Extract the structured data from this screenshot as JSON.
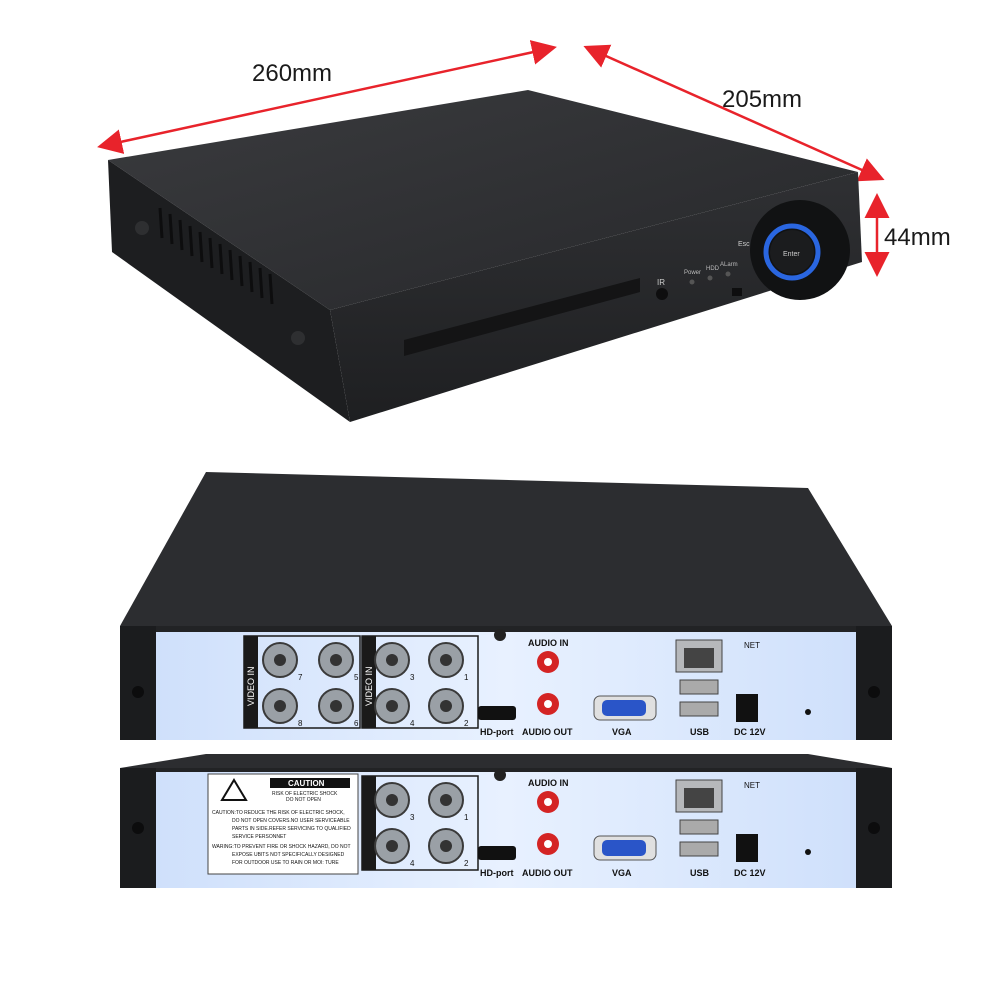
{
  "dimensions": {
    "width": "260mm",
    "depth": "205mm",
    "height": "44mm",
    "arrow_color": "#e8232b"
  },
  "front_panel": {
    "ir": "IR",
    "led_power": "Power",
    "led_hdd": "HDD",
    "led_alarm": "ALarm",
    "enter": "Enter",
    "esc": "Esc"
  },
  "rear_8ch": {
    "video_in": "VIDEO IN",
    "channels": [
      "7",
      "5",
      "3",
      "1",
      "8",
      "6",
      "4",
      "2"
    ],
    "audio_in": "AUDIO IN",
    "audio_out": "AUDIO OUT",
    "hd_port": "HD-port",
    "vga": "VGA",
    "usb": "USB",
    "net": "NET",
    "dc": "DC 12V"
  },
  "rear_4ch": {
    "caution_title": "CAUTION",
    "caution_sub1": "RISK OF ELECTRIC SHOCK",
    "caution_sub2": "DO NOT OPEN",
    "caution_text": [
      "CAUTION:TO REDUCE THE RISK OF ELECTRIC SHOCK,",
      "DO NOT OPEN COVERS.NO USER SERVICEABLE",
      "PARTS IN SIDE.REFER SERVICING TO QUALIFIED",
      "SERVICE PERSONNET",
      "WARING:TO PREVENT FIRE OR SHOCK HAZARD, DO NOT",
      "EXPOSE UBITS NOT SPECIFICALLY DESIGNED",
      "FOR OUTDOOR USE TO RAIN OR MOI: TURE"
    ],
    "channels": [
      "3",
      "1",
      "4",
      "2"
    ],
    "audio_in": "AUDIO IN",
    "audio_out": "AUDIO OUT",
    "hd_port": "HD-port",
    "vga": "VGA",
    "usb": "USB",
    "net": "NET",
    "dc": "DC 12V"
  },
  "colors": {
    "chassis": "#2b2c2e",
    "panel": "#d9e8ff",
    "ring": "#2a66e0"
  }
}
